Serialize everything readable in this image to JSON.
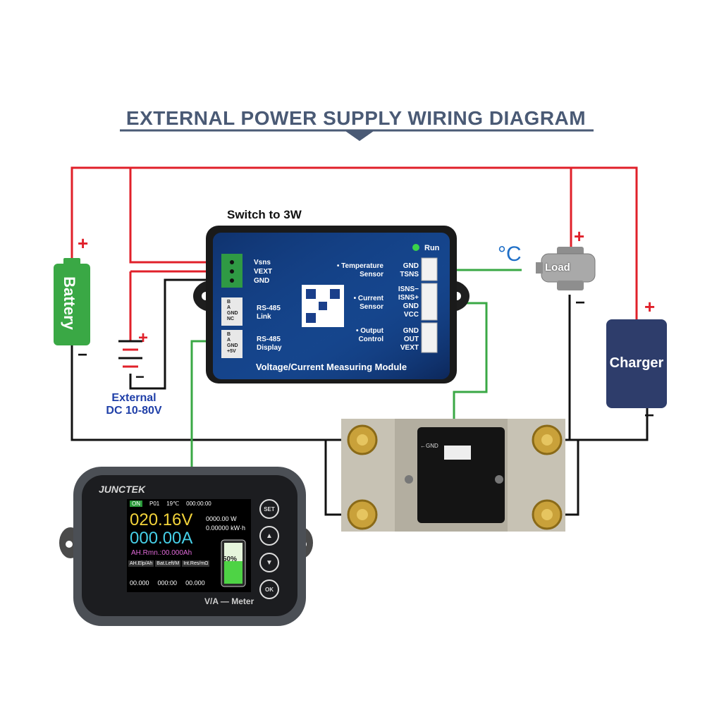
{
  "title": "EXTERNAL POWER SUPPLY WIRING DIAGRAM",
  "switch_note": "Switch to 3W",
  "battery": {
    "label": "Battery",
    "plus": "+",
    "minus": "−"
  },
  "external_supply": {
    "line1": "External",
    "line2": "DC 10-80V",
    "plus": "+",
    "minus": "−"
  },
  "charger": {
    "label": "Charger",
    "plus": "+",
    "minus": "−"
  },
  "load": {
    "label": "Load",
    "plus": "+",
    "minus": "−"
  },
  "temperature_symbol": "°C",
  "module": {
    "caption": "Voltage/Current Measuring Module",
    "run": "Run",
    "left_pins": [
      "Vsns",
      "VEXT",
      "GND"
    ],
    "rs485_link": {
      "line1": "RS-485",
      "line2": "Link",
      "pins": [
        "B",
        "A",
        "GND",
        "NC"
      ]
    },
    "rs485_display": {
      "line1": "RS-485",
      "line2": "Display",
      "pins": [
        "B",
        "A",
        "GND",
        "+5V"
      ]
    },
    "temperature_sensor": {
      "line1": "• Temperature",
      "line2": "Sensor",
      "pins": [
        "GND",
        "TSNS"
      ]
    },
    "current_sensor": {
      "line1": "• Current",
      "line2": "Sensor",
      "pins": [
        "ISNS−",
        "ISNS+",
        "GND",
        "VCC"
      ]
    },
    "output_control": {
      "line1": "• Output",
      "line2": "Control",
      "pins": [
        "GND",
        "OUT",
        "VEXT"
      ]
    }
  },
  "shunt": {
    "label": "←GND"
  },
  "meter": {
    "brand": "JUNCTEK",
    "footer": "V/A — Meter",
    "status": {
      "on": "ON",
      "program": "P01",
      "temp": "19℃",
      "time": "000:00:00"
    },
    "voltage": "020.16V",
    "current": "000.00A",
    "power": "0000.00",
    "power_unit": "W",
    "energy": "0.00000",
    "energy_unit": "kW·h",
    "ah_remaining": "AH.Rmn.:00.000Ah",
    "battery_percent": "50%",
    "tabs": [
      "AH.Elp/Ah",
      "Bat.Left/M",
      "Int.Res/mΩ"
    ],
    "tab_values": [
      "00.000",
      "000:00",
      "00.000"
    ],
    "side_buttons": [
      "SET",
      "▲",
      "▼",
      "OK"
    ]
  },
  "colors": {
    "positive": "#e0202a",
    "negative": "#111111",
    "signal": "#3aa845",
    "title": "#4a5a75"
  }
}
